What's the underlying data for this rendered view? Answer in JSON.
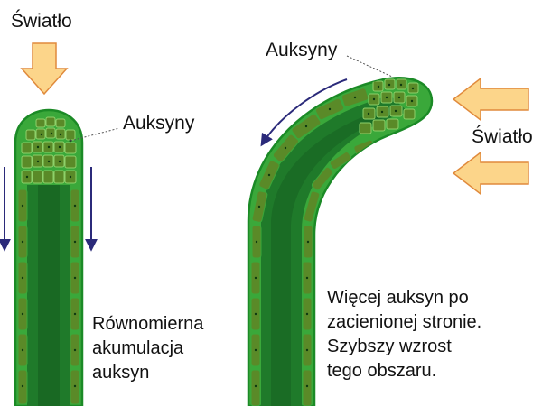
{
  "left": {
    "light_label": "Światło",
    "auxin_label": "Auksyny",
    "caption": [
      "Równomierna",
      "akumulacja",
      "auksyn"
    ]
  },
  "right": {
    "light_label": "Światło",
    "auxin_label": "Auksyny",
    "caption": [
      "Więcej auksyn po",
      "zacienionej stronie.",
      "Szybszy wzrost",
      "tego obszaru."
    ]
  },
  "colors": {
    "stem_outline": "#1b8a26",
    "stem_outer": "#3aa83a",
    "cell_olive": "#5a8a28",
    "core": "#1f7a2a",
    "core_dark": "#165e20",
    "arrow_fill": "#fcd58a",
    "arrow_stroke": "#e08a3c",
    "direction_arrow": "#2b2a7a"
  }
}
